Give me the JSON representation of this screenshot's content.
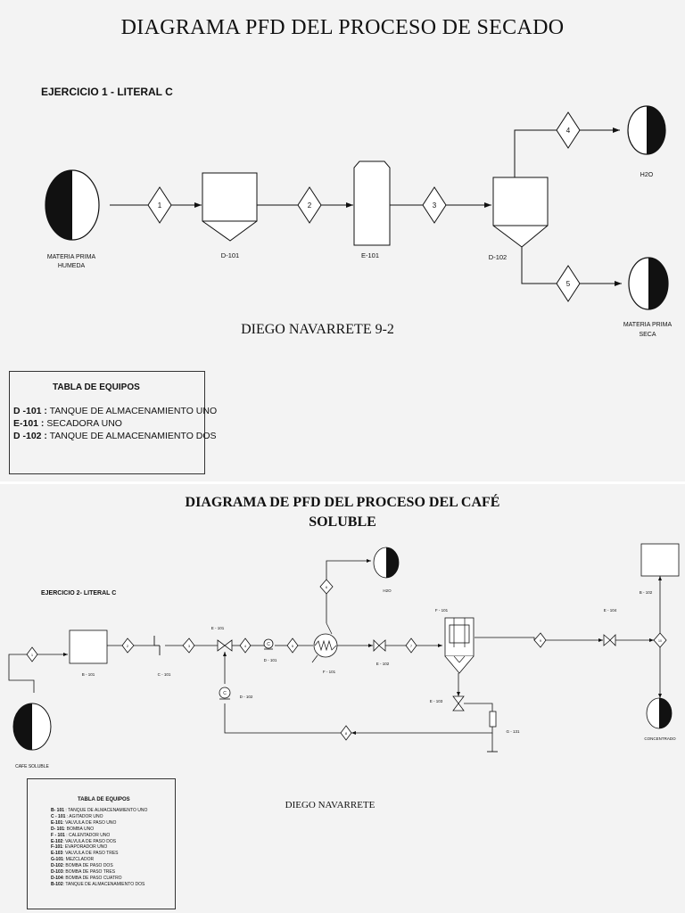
{
  "diagram1": {
    "title": "DIAGRAMA PFD DEL PROCESO DE SECADO",
    "exercise": "EJERCICIO 1 - LITERAL C",
    "author": "DIEGO NAVARRETE 9-2",
    "labels": {
      "feed": [
        "MATERIA PRIMA",
        "HUMEDA"
      ],
      "d101": "D-101",
      "e101": "E-101",
      "d102": "D-102",
      "h2o": "H2O",
      "product": [
        "MATERIA PRIMA",
        "SECA"
      ]
    },
    "streams": [
      "1",
      "2",
      "3",
      "4",
      "5"
    ],
    "table": {
      "title": "TABLA DE EQUIPOS",
      "rows": [
        {
          "code": "D -101 :",
          "desc": " TANQUE DE ALMACENAMIENTO UNO"
        },
        {
          "code": "E-101 :",
          "desc": " SECADORA  UNO"
        },
        {
          "code": "D -102 :",
          "desc": " TANQUE DE ALMACENAMIENTO DOS"
        }
      ]
    }
  },
  "diagram2": {
    "title": [
      "DIAGRAMA DE PFD DEL PROCESO DEL CAFÉ",
      "SOLUBLE"
    ],
    "exercise": "EJERCICIO 2- LITERAL C",
    "author": "DIEGO NAVARRETE",
    "labels": {
      "feed": "CAFE SOLUBLE",
      "b101": "B - 101",
      "c101": "C - 101",
      "e101": "E - 101",
      "d101": "D - 101",
      "d102": "D - 102",
      "f101": "F - 101",
      "e102": "E - 102",
      "f101b": "F - 101",
      "e103": "E - 103",
      "g131": "G - 131",
      "e104": "E - 104",
      "b102": "B - 102",
      "h2o": "H2O",
      "concentrate": "CONCENTRADO"
    },
    "streams": [
      "1",
      "2",
      "3",
      "4",
      "5",
      "6",
      "7",
      "8",
      "9",
      "10"
    ],
    "table": {
      "title": "TABLA DE EQUIPOS",
      "rows": [
        {
          "code": "B- 101",
          "desc": " : TANQUE DE ALMACENAMIENTO UNO"
        },
        {
          "code": "C - 101",
          "desc": " : AGITADOR UNO"
        },
        {
          "code": "E-101",
          "desc": ": VALVULA DE PASO UNO"
        },
        {
          "code": "D- 101",
          "desc": ": BOMBA UNO"
        },
        {
          "code": "F - 101",
          "desc": " : CALENTADOR UNO"
        },
        {
          "code": "E-102",
          "desc": ": VALVULA DE PASO DOS"
        },
        {
          "code": "F-101",
          "desc": ": EVAPORADOR UNO"
        },
        {
          "code": "E-103",
          "desc": ": VALVULA DE PASO TRES"
        },
        {
          "code": "G-101",
          "desc": ": MEZCLADOR"
        },
        {
          "code": "D-102",
          "desc": ": BOMBA DE PASO DOS"
        },
        {
          "code": "D-103",
          "desc": ": BOMBA DE PASO TRES"
        },
        {
          "code": "D-104",
          "desc": ": BOMBA DE PASO CUATRO"
        },
        {
          "code": "B-102",
          "desc": ": TANQUE DE ALMACENAMIENTO DOS"
        }
      ]
    }
  }
}
